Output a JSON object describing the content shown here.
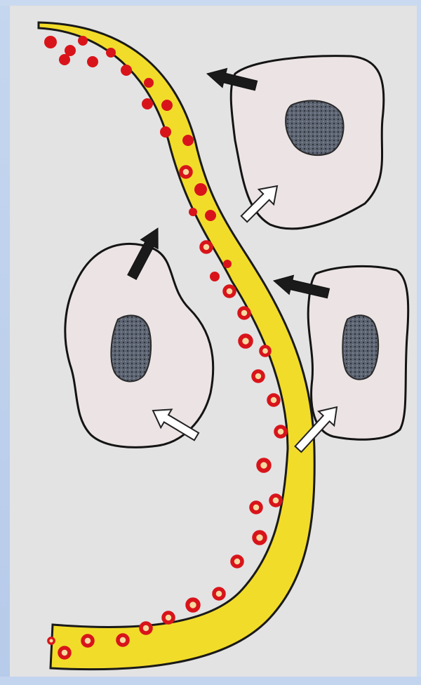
{
  "figure": {
    "panel_color": "#e3e3e3",
    "vessel_fill": "#f2dc2a",
    "vessel_outline": "#1a1a1a",
    "rbc_color": "#d8141a",
    "cell_fill": "#ece4e4",
    "nucleus_fill": "#5d6472",
    "inflow_arrow_color": "#ffffff",
    "outflow_arrow_color": "#1a1a1a",
    "cells": [
      {
        "name": "cell-top-right"
      },
      {
        "name": "cell-middle-left"
      },
      {
        "name": "cell-middle-right"
      }
    ],
    "icons": {
      "inflow": "hollow-arrow-icon",
      "outflow": "solid-arrow-icon"
    }
  }
}
